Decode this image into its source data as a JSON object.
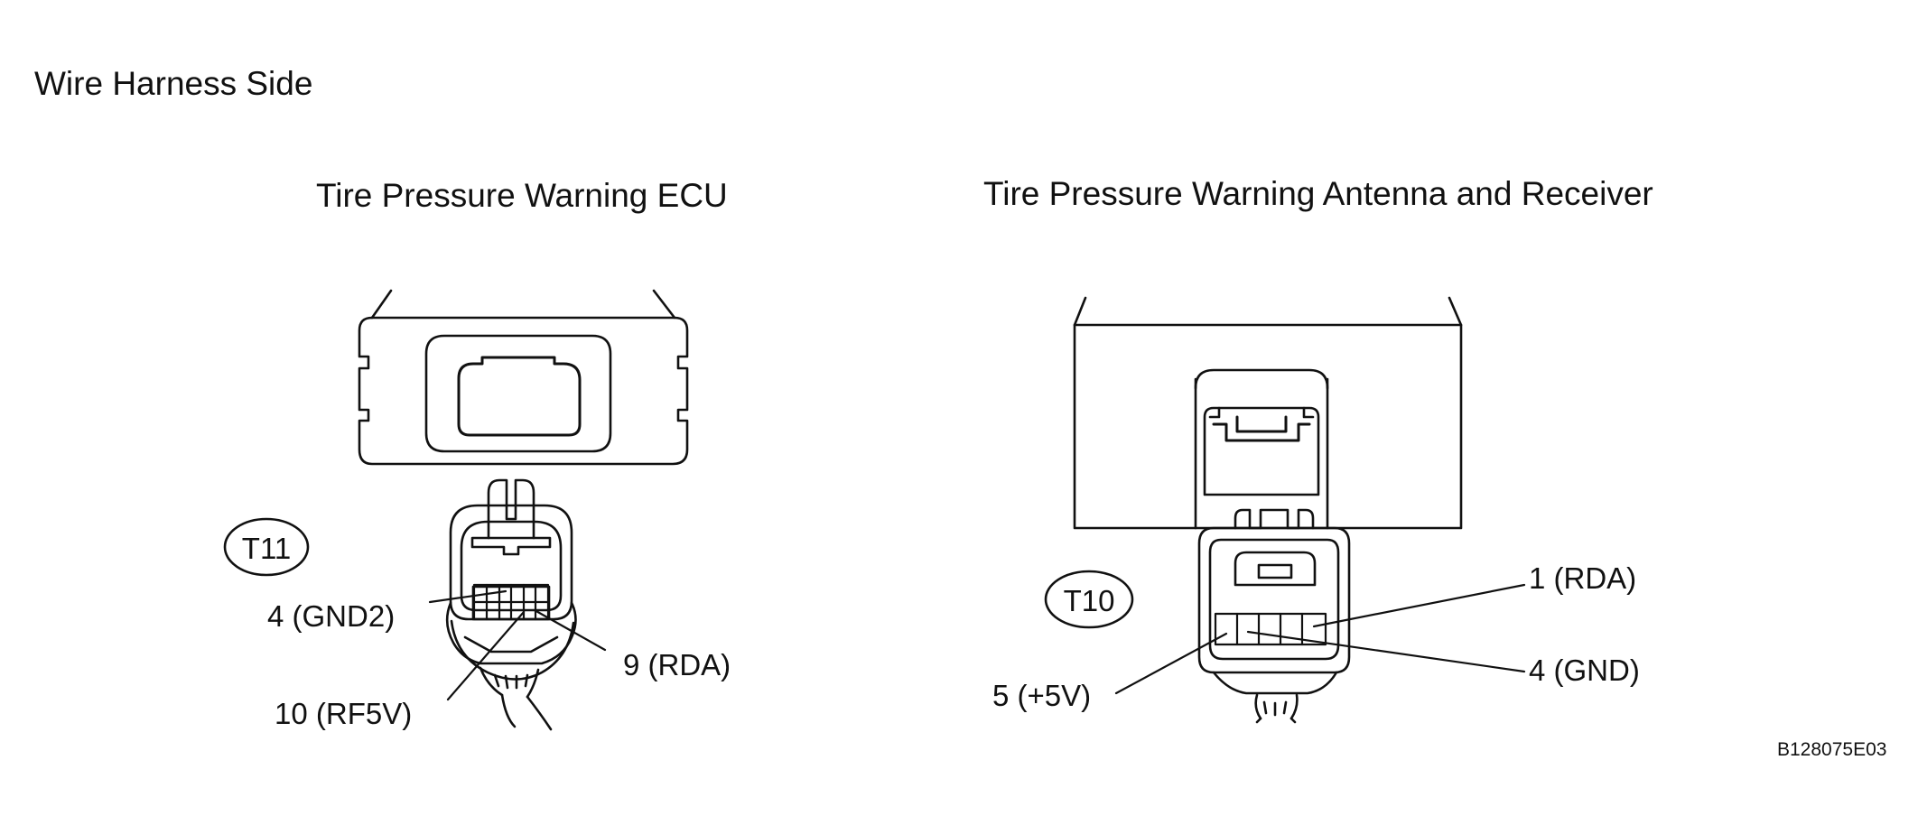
{
  "page_title": "Wire Harness Side",
  "ecu": {
    "title": "Tire Pressure Warning ECU",
    "connector_id": "T11",
    "pins": {
      "gnd2": "4 (GND2)",
      "rf5v": "10 (RF5V)",
      "rda": "9 (RDA)"
    }
  },
  "receiver": {
    "title": "Tire Pressure Warning Antenna and Receiver",
    "connector_id": "T10",
    "pins": {
      "rda": "1 (RDA)",
      "gnd": "4 (GND)",
      "plus5v": "5 (+5V)"
    }
  },
  "diagram_id": "B128075E03"
}
